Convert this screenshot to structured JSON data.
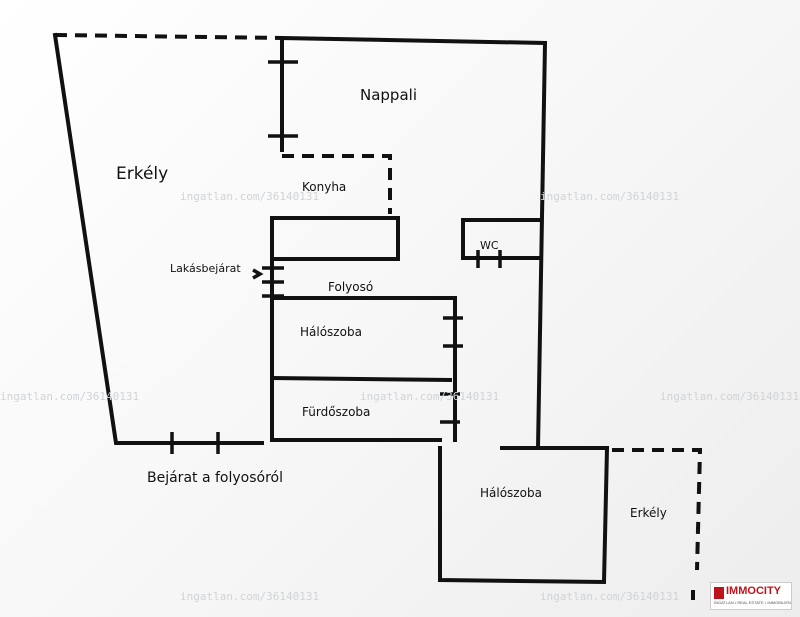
{
  "rooms": {
    "nappali": "Nappali",
    "erkely_left": "Erkély",
    "konyha": "Konyha",
    "wc": "WC",
    "lakasbejarat": "Lakásbejárat",
    "folyoso": "Folyosó",
    "haloszoba_1": "Hálószoba",
    "furdoszoba": "Fürdőszoba",
    "bejarat": "Bejárat a folyosóról",
    "haloszoba_2": "Hálószoba",
    "erkely_right": "Erkély"
  },
  "watermark": "ingatlan.com/36140131",
  "logo": {
    "name": "IMMOCITY",
    "tagline": "INGATLAN • REAL ESTATE • IMMOBILIEN",
    "color": "#c0121a"
  }
}
